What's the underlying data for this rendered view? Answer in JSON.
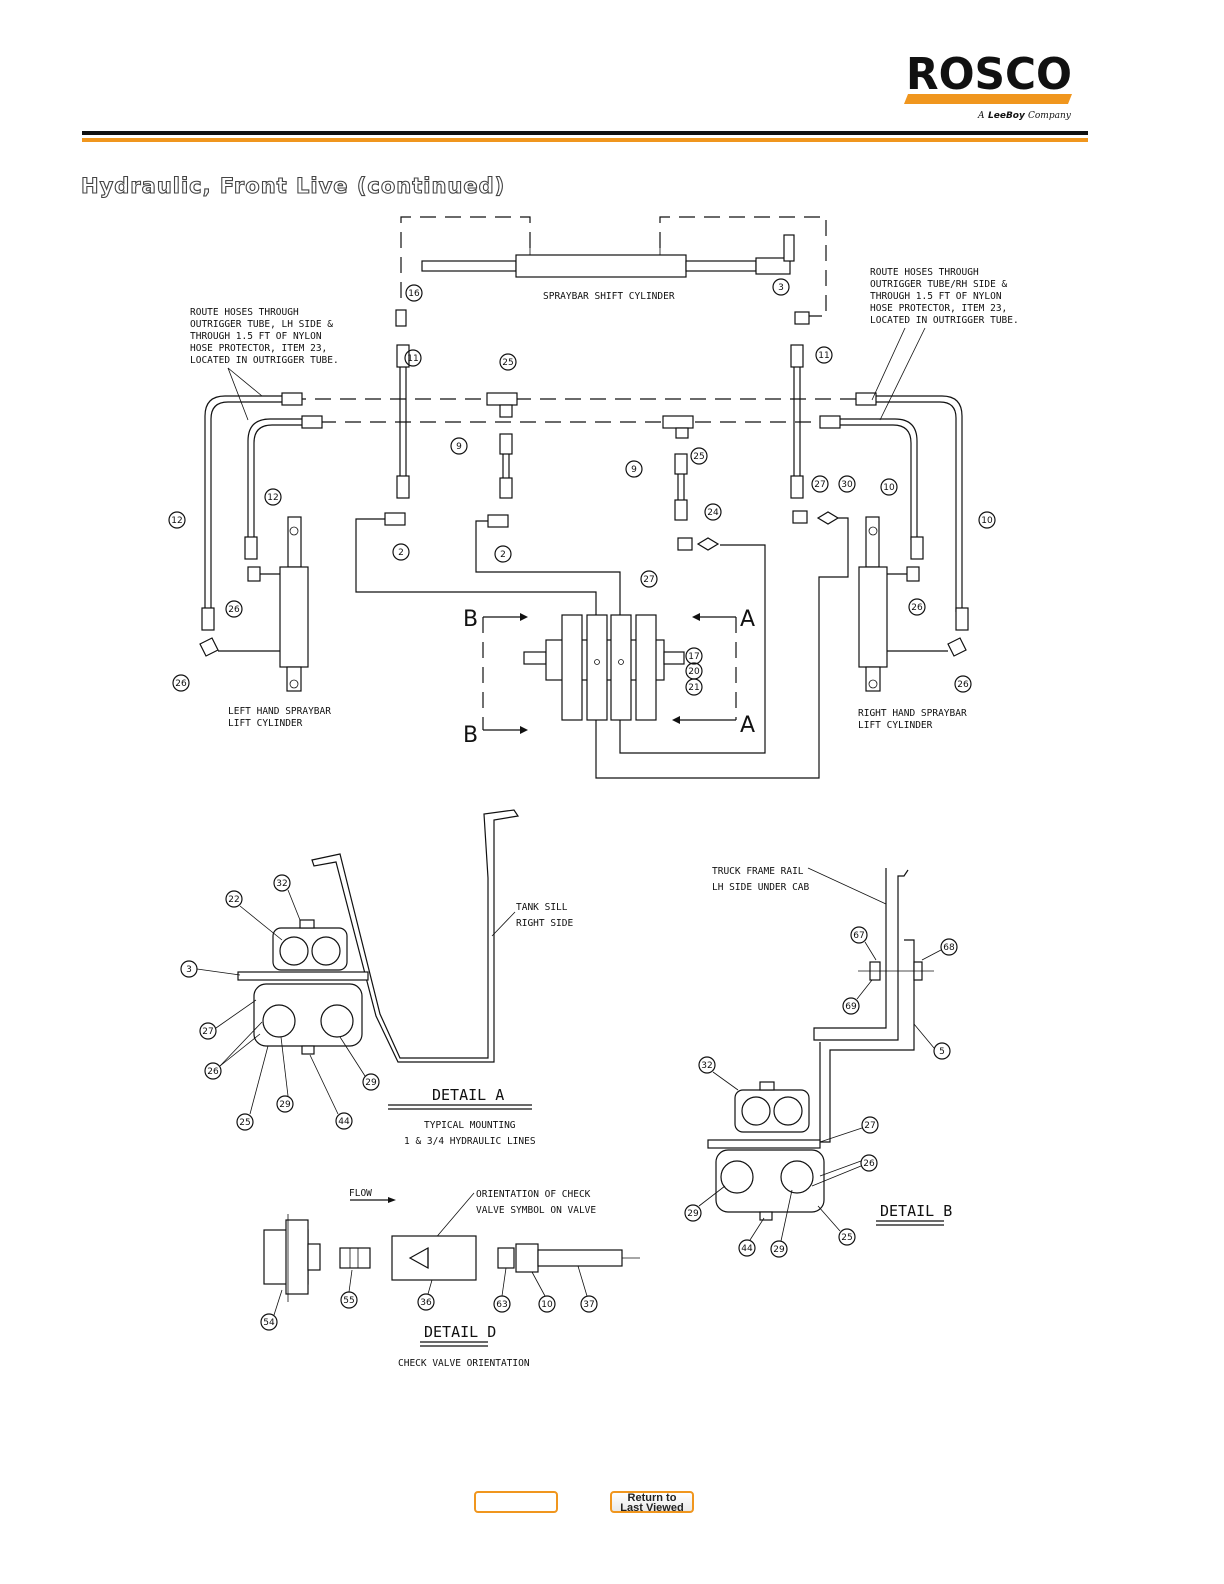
{
  "logo": {
    "brand": "ROSCO",
    "tagline_a": "A",
    "tagline_brand": "LeeBoy",
    "tagline_company": "Company"
  },
  "page_title": "Hydraulic, Front Live (continued)",
  "labels": {
    "shift_cylinder": "SPRAYBAR SHIFT CYLINDER",
    "route_lh": [
      "ROUTE HOSES THROUGH",
      "OUTRIGGER TUBE, LH SIDE &",
      "THROUGH 1.5 FT OF NYLON",
      "HOSE PROTECTOR, ITEM 23,",
      "LOCATED IN OUTRIGGER TUBE."
    ],
    "route_rh": [
      "ROUTE HOSES THROUGH",
      "OUTRIGGER TUBE/RH SIDE &",
      "THROUGH 1.5 FT OF NYLON",
      "HOSE PROTECTOR, ITEM 23,",
      "LOCATED IN OUTRIGGER TUBE."
    ],
    "left_cyl": [
      "LEFT HAND SPRAYBAR",
      "LIFT CYLINDER"
    ],
    "right_cyl": [
      "RIGHT HAND SPRAYBAR",
      "LIFT CYLINDER"
    ],
    "sec_a": "A",
    "sec_b": "B",
    "tank_sill": [
      "TANK SILL",
      "RIGHT SIDE"
    ],
    "detail_a": "DETAIL A",
    "detail_a_sub": [
      "TYPICAL MOUNTING",
      "1 & 3/4 HYDRAULIC LINES"
    ],
    "truck_frame": [
      "TRUCK FRAME RAIL",
      "LH SIDE UNDER CAB"
    ],
    "detail_b": "DETAIL B",
    "flow": "FLOW",
    "orientation": [
      "ORIENTATION OF CHECK",
      "VALVE SYMBOL ON VALVE"
    ],
    "detail_d": "DETAIL D",
    "detail_d_sub": "CHECK VALVE ORIENTATION"
  },
  "callouts": {
    "c16": "16",
    "c3a": "3",
    "c11a": "11",
    "c11b": "11",
    "c25a": "25",
    "c25b": "25",
    "c9a": "9",
    "c9b": "9",
    "c12a": "12",
    "c12b": "12",
    "c10a": "10",
    "c10b": "10",
    "c2a": "2",
    "c2b": "2",
    "c24": "24",
    "c27a": "27",
    "c27b": "27",
    "c30": "30",
    "c26a": "26",
    "c26b": "26",
    "c26c": "26",
    "c26d": "26",
    "c17": "17",
    "c20": "20",
    "c21": "21",
    "d_32": "32",
    "d_22": "22",
    "d_3": "3",
    "d_27": "27",
    "d_26": "26",
    "d_25": "25",
    "d_29a": "29",
    "d_29b": "29",
    "d_44": "44",
    "b_67": "67",
    "b_68": "68",
    "b_69": "69",
    "b_5": "5",
    "b_32": "32",
    "b_27": "27",
    "b_26": "26",
    "b_29a": "29",
    "b_29b": "29",
    "b_44": "44",
    "b_25": "25",
    "dd_54": "54",
    "dd_55": "55",
    "dd_36": "36",
    "dd_63": "63",
    "dd_10": "10",
    "dd_37": "37"
  },
  "nav": {
    "prev_label": "",
    "return_label_1": "Return to",
    "return_label_2": "Last Viewed"
  },
  "colors": {
    "accent": "#f0961e",
    "rule": "#111111"
  }
}
